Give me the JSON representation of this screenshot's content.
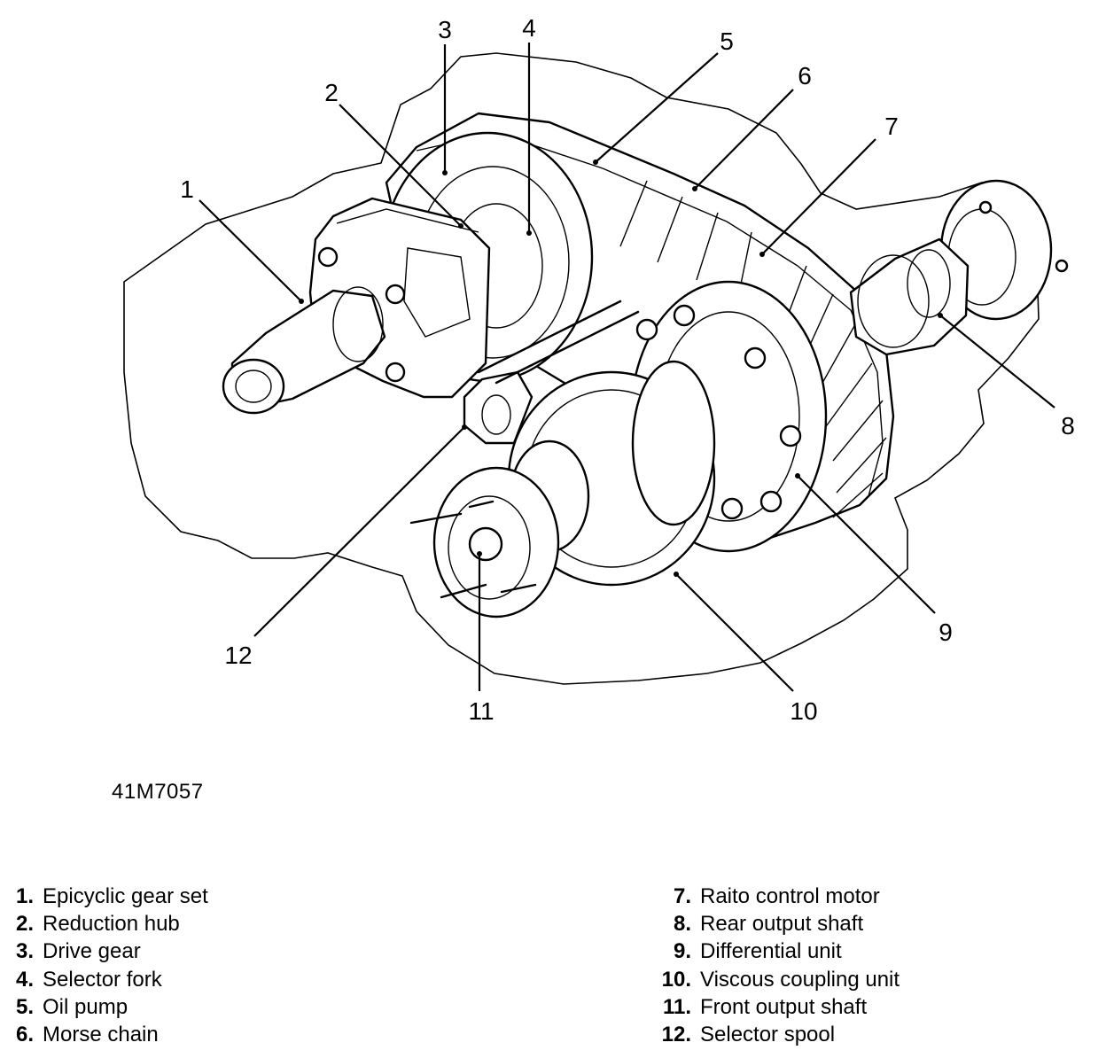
{
  "figure": {
    "code": "41M7057",
    "callouts": [
      "1",
      "2",
      "3",
      "4",
      "5",
      "6",
      "7",
      "8",
      "9",
      "10",
      "11",
      "12"
    ]
  },
  "legend": {
    "left": [
      {
        "num": "1.",
        "label": "Epicyclic gear set"
      },
      {
        "num": "2.",
        "label": "Reduction hub"
      },
      {
        "num": "3.",
        "label": "Drive gear"
      },
      {
        "num": "4.",
        "label": "Selector fork"
      },
      {
        "num": "5.",
        "label": "Oil pump"
      },
      {
        "num": "6.",
        "label": "Morse chain"
      }
    ],
    "right": [
      {
        "num": "7.",
        "label": "Raito control motor"
      },
      {
        "num": "8.",
        "label": "Rear output shaft"
      },
      {
        "num": "9.",
        "label": "Differential unit"
      },
      {
        "num": "10.",
        "label": "Viscous coupling unit"
      },
      {
        "num": "11.",
        "label": "Front output shaft"
      },
      {
        "num": "12.",
        "label": "Selector spool"
      }
    ]
  }
}
